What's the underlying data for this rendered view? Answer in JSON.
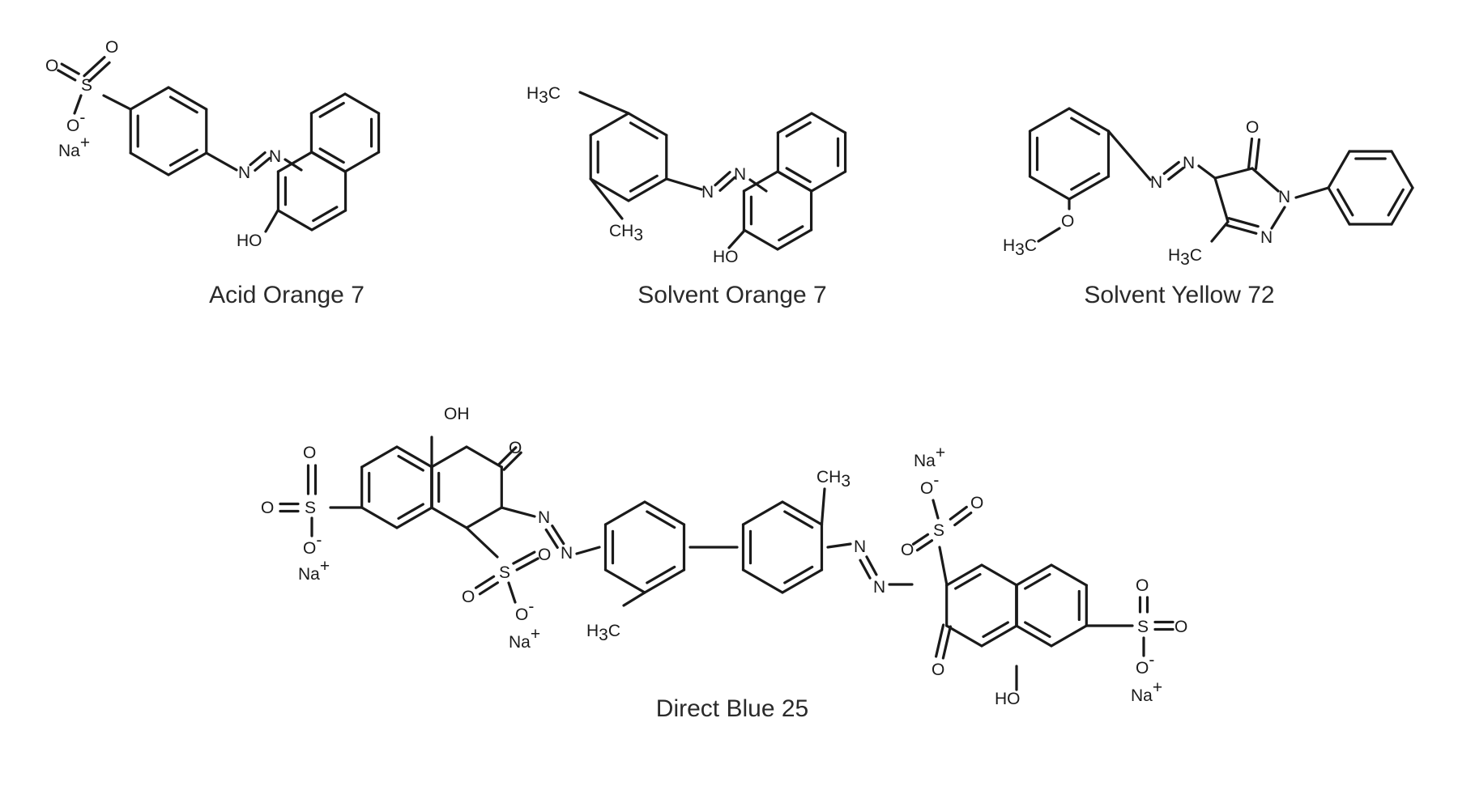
{
  "compounds": [
    {
      "id": "acid-orange-7",
      "name": "Acid Orange 7"
    },
    {
      "id": "solvent-orange-7",
      "name": "Solvent Orange 7"
    },
    {
      "id": "solvent-yellow-72",
      "name": "Solvent Yellow 72"
    },
    {
      "id": "direct-blue-25",
      "name": "Direct Blue 25"
    }
  ],
  "atoms": {
    "O": "O",
    "S": "S",
    "N": "N",
    "Na": "Na",
    "OH": "OH",
    "HO": "HO",
    "plus": "+",
    "minus": "-",
    "H": "H",
    "C": "C",
    "CH": "CH",
    "3": "3"
  }
}
